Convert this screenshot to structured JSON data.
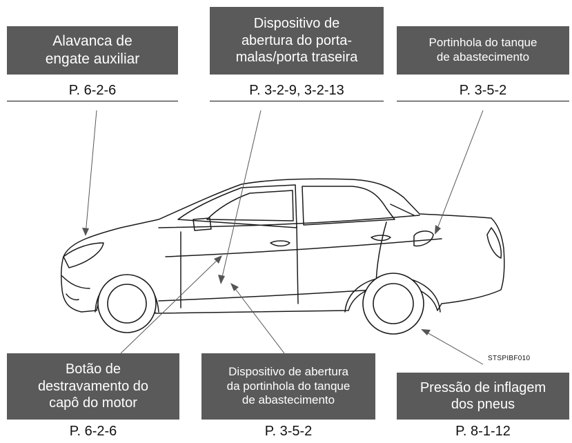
{
  "callouts": [
    {
      "id": "auxiliary-lever",
      "text": "Alavanca de\nengate auxiliar",
      "ref": "P. 6-2-6"
    },
    {
      "id": "trunk-opener",
      "text": "Dispositivo de\nabertura do porta-\nmalas/porta traseira",
      "ref": "P. 3-2-9, 3-2-13"
    },
    {
      "id": "fuel-door",
      "text": "Portinhola do tanque\nde abastecimento",
      "ref": "P. 3-5-2"
    },
    {
      "id": "hood-release",
      "text": "Botão de\ndestravamento do\ncapô do motor",
      "ref": "P. 6-2-6"
    },
    {
      "id": "fuel-door-opener",
      "text": "Dispositivo de abertura\nda portinhola do tanque\nde abastecimento",
      "ref": "P. 3-5-2"
    },
    {
      "id": "tire-pressure",
      "text": "Pressão de inflagem\ndos pneus",
      "ref": "P. 8-1-12"
    }
  ],
  "image_code": "STSPIBF010"
}
